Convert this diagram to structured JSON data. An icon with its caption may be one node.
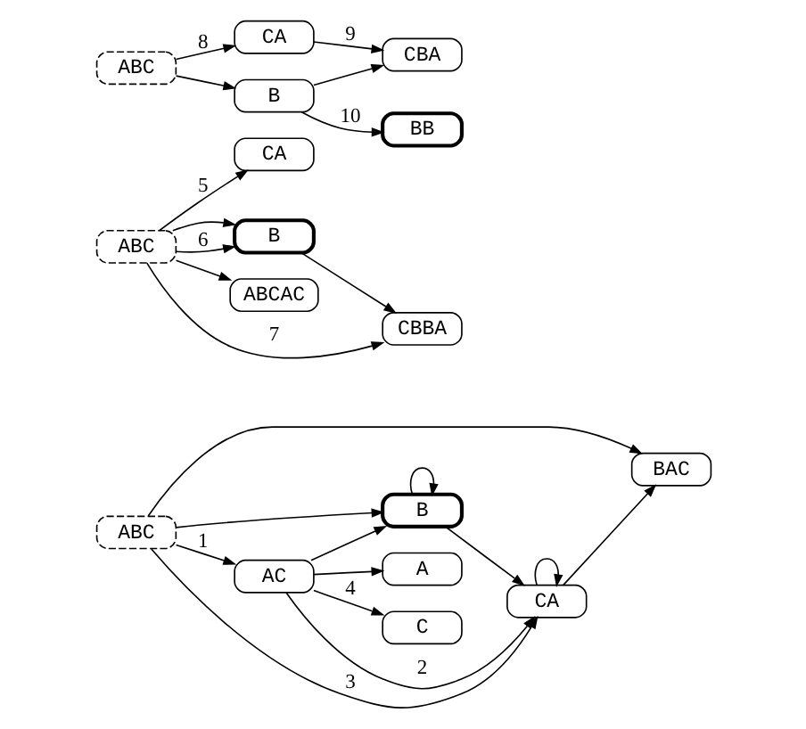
{
  "diagram": {
    "nodes": [
      {
        "text": [
          "ABC"
        ]
      },
      {
        "text": [
          "BAC"
        ]
      },
      {
        "text": [
          "A"
        ]
      },
      {
        "text": [
          "B"
        ]
      },
      {
        "text": [
          "C"
        ]
      },
      {
        "text": [
          "AC"
        ]
      },
      {
        "text": [
          "CA"
        ]
      },
      {
        "text": [
          "ABC"
        ]
      },
      {
        "text": [
          "CA"
        ]
      },
      {
        "text": [
          "B"
        ]
      },
      {
        "text": [
          "ABCAC"
        ]
      },
      {
        "text": [
          "CBBA"
        ]
      },
      {
        "text": [
          "ABC"
        ]
      },
      {
        "text": [
          "CA"
        ]
      },
      {
        "text": [
          "CBA"
        ]
      },
      {
        "text": [
          "B"
        ]
      },
      {
        "text": [
          "BB"
        ]
      }
    ],
    "edges": [
      {
        "from": 0,
        "to": 1,
        "arrow": "to"
      },
      {
        "from": 0,
        "to": 5,
        "arrow": "to",
        "label": "1"
      },
      {
        "from": 0,
        "to": 3,
        "arrow": "to"
      },
      {
        "from": 5,
        "to": 6,
        "arrow": "to",
        "label": "2"
      },
      {
        "from": 5,
        "to": 3,
        "arrow": "to"
      },
      {
        "from": 3,
        "to": 6,
        "arrow": "to"
      },
      {
        "from": 3,
        "to": 3,
        "arrow": "to"
      },
      {
        "from": 0,
        "to": 6,
        "arrow": "to",
        "label": "3"
      },
      {
        "from": 6,
        "to": 1,
        "arrow": "to"
      },
      {
        "from": 6,
        "to": 6,
        "arrow": "to"
      },
      {
        "from": 5,
        "to": 4,
        "arrow": "to",
        "label": "4"
      },
      {
        "from": 5,
        "to": 2,
        "arrow": "to"
      },
      {
        "from": 7,
        "to": 8,
        "arrow": "to",
        "label": "5"
      },
      {
        "from": 7,
        "to": 9,
        "arrow": "to"
      },
      {
        "from": 7,
        "to": 9,
        "arrow": "to",
        "label": "6"
      },
      {
        "from": 7,
        "to": 10,
        "arrow": "to"
      },
      {
        "from": 7,
        "to": 11,
        "arrow": "to",
        "label": "7"
      },
      {
        "from": 9,
        "to": 11,
        "arrow": "to"
      },
      {
        "from": 12,
        "to": 13,
        "arrow": "to",
        "label": "8"
      },
      {
        "from": 12,
        "to": 15,
        "arrow": "to"
      },
      {
        "from": 13,
        "to": 14,
        "arrow": "to",
        "label": "9"
      },
      {
        "from": 15,
        "to": 14,
        "arrow": "to"
      },
      {
        "from": 15,
        "to": 16,
        "arrow": "to",
        "label": "10"
      }
    ]
  }
}
